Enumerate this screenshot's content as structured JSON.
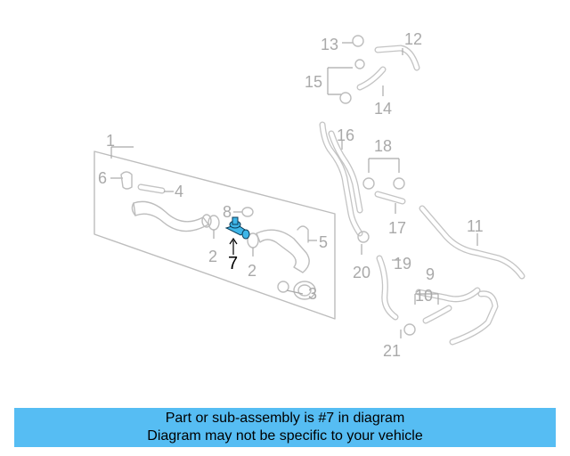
{
  "diagram": {
    "callouts": [
      "1",
      "2",
      "2",
      "3",
      "4",
      "5",
      "6",
      "7",
      "8",
      "9",
      "10",
      "11",
      "12",
      "13",
      "14",
      "15",
      "16",
      "17",
      "18",
      "19",
      "20",
      "21"
    ],
    "highlighted_part": "7",
    "highlight_color": "#3fb6e8"
  },
  "banner": {
    "line1": "Part or sub-assembly is #7 in diagram",
    "line2": "Diagram may not be specific to your vehicle",
    "background": "#56bdf3"
  }
}
